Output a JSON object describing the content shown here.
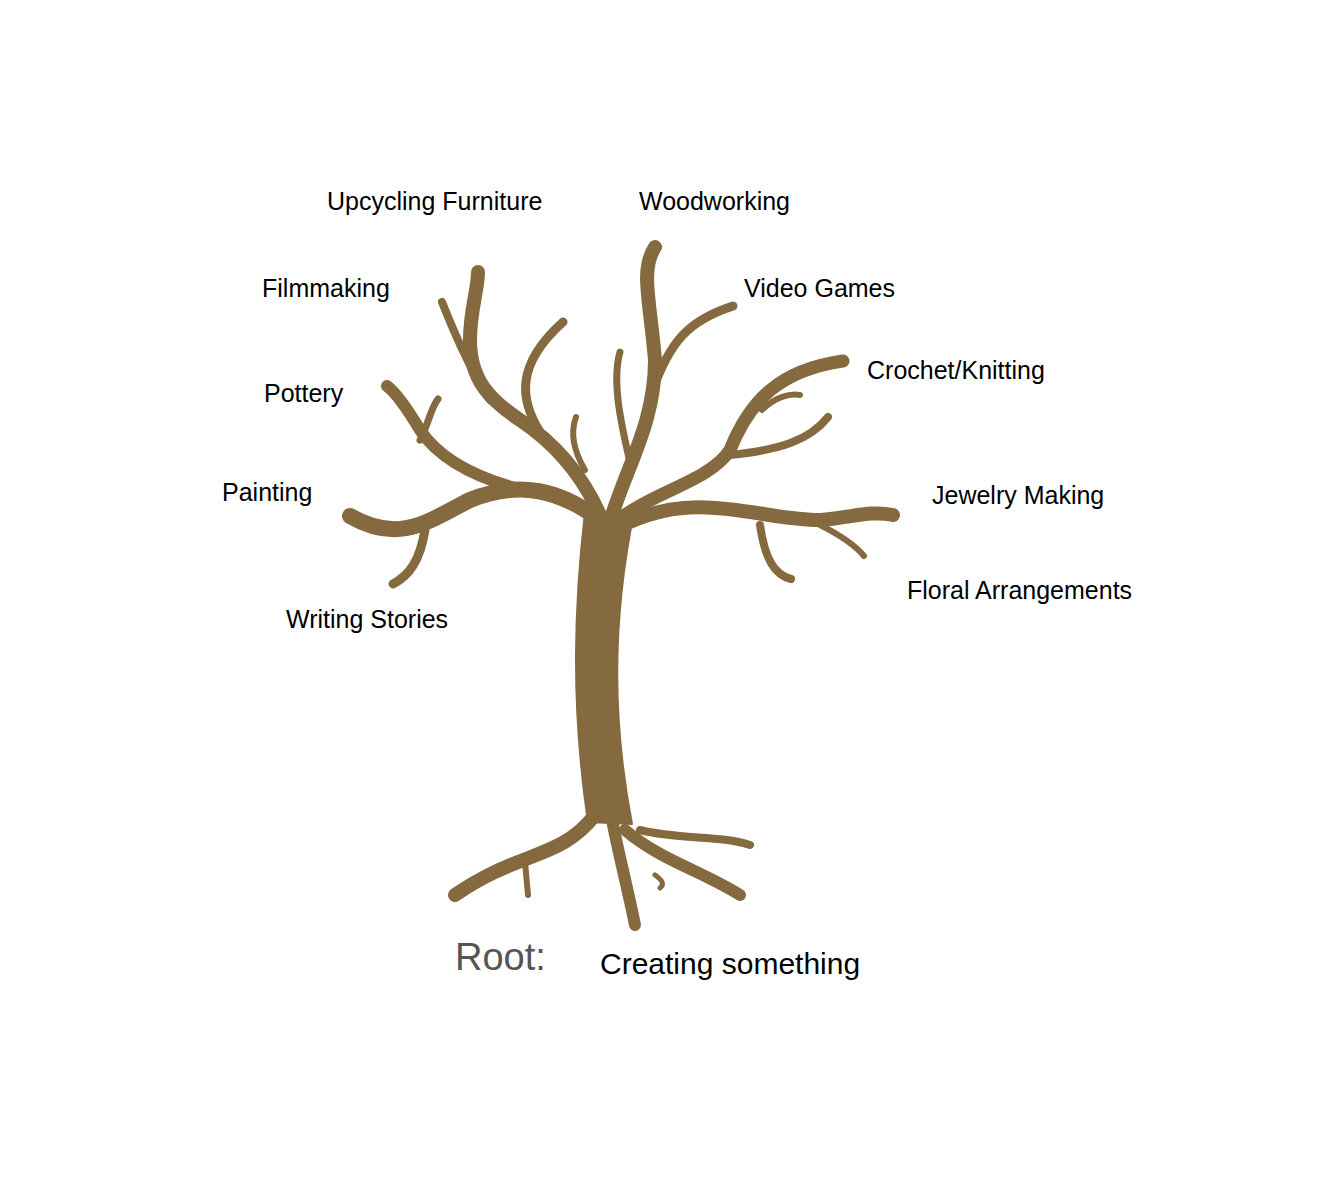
{
  "diagram": {
    "labels": [
      "Upcycling Furniture",
      "Woodworking",
      "Filmmaking",
      "Video Games",
      "Pottery",
      "Crochet/Knitting",
      "Painting",
      "Jewelry Making",
      "Writing Stories",
      "Floral Arrangements",
      "Root:",
      "Creating something"
    ]
  }
}
